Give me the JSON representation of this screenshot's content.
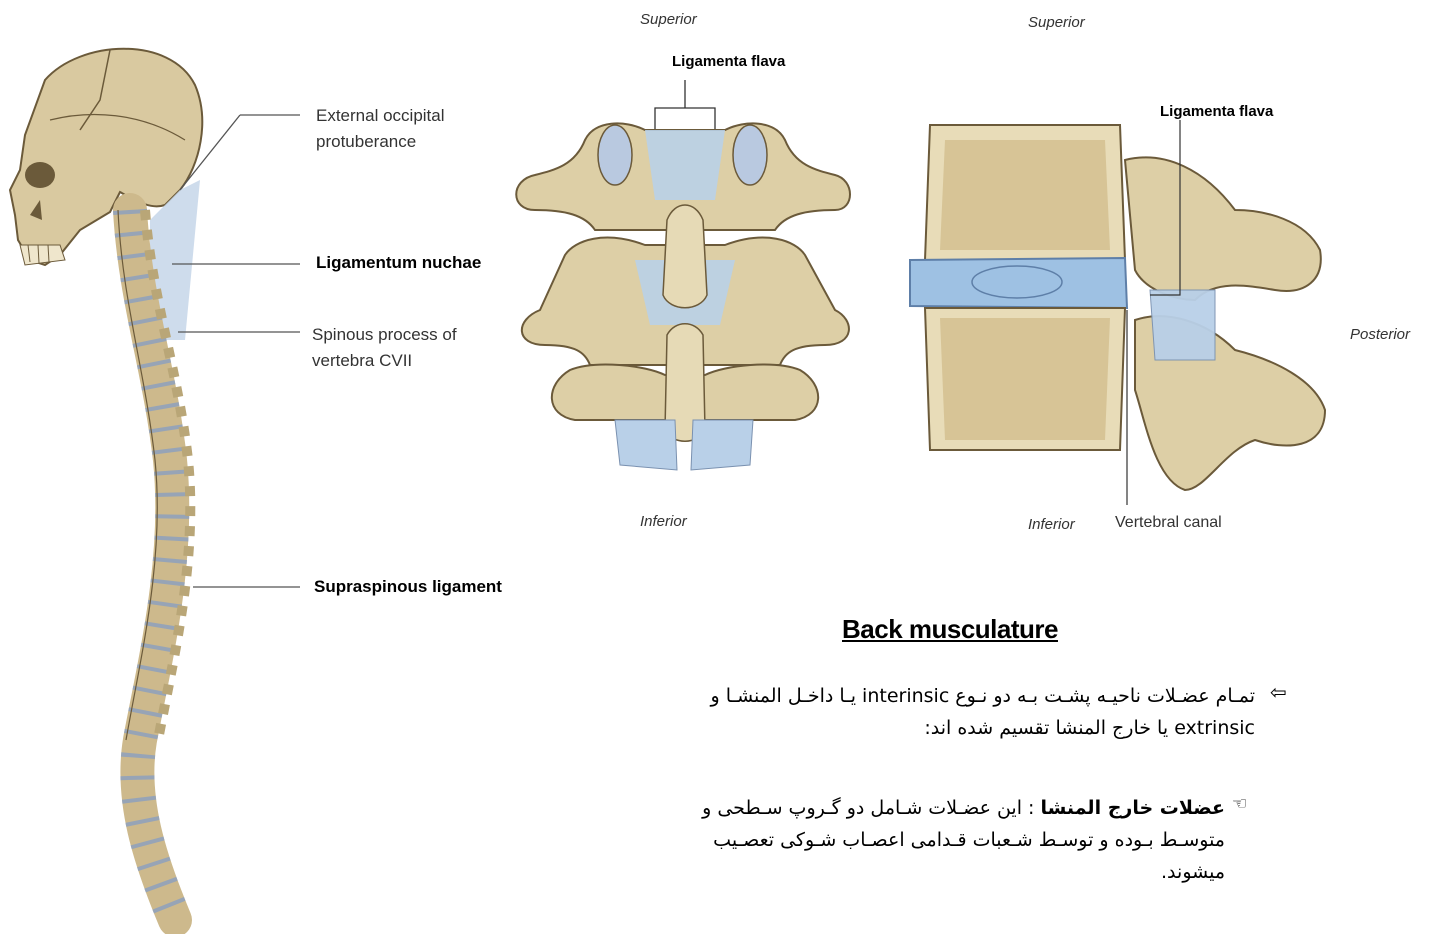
{
  "figure_left": {
    "labels": {
      "occipital_line1": "External occipital",
      "occipital_line2": "protuberance",
      "nuchae": "Ligamentum nuchae",
      "spinous_line1": "Spinous process of",
      "spinous_line2": "vertebra CVII",
      "supraspinous": "Supraspinous ligament"
    }
  },
  "figure_middle": {
    "superior": "Superior",
    "inferior": "Inferior",
    "ligamenta": "Ligamenta flava"
  },
  "figure_right": {
    "superior": "Superior",
    "inferior": "Inferior",
    "ligamenta": "Ligamenta flava",
    "posterior": "Posterior",
    "canal": "Vertebral canal"
  },
  "section": {
    "heading": "Back musculature",
    "p1_line1": "تمـام عضـلات ناحیـه پشـت بـه دو نـوع interinsic یـا داخـل المنشـا و",
    "p1_line2": "extrinsic یا خارج المنشا تقسیم شده اند:",
    "p2_bold": "عضلات خارج المنشا",
    "p2_rest": " : این عضـلات شـامل دو گـروپ سـطحی و",
    "p2_line2": "متوسـط بـوده و توسـط شـعبات قـدامی اعصـاب شـوکی تعصـیب",
    "p2_line3": "میشوند.",
    "bullet1_icon": "hollow-arrow-icon",
    "bullet2_icon": "pointing-hand-icon"
  }
}
